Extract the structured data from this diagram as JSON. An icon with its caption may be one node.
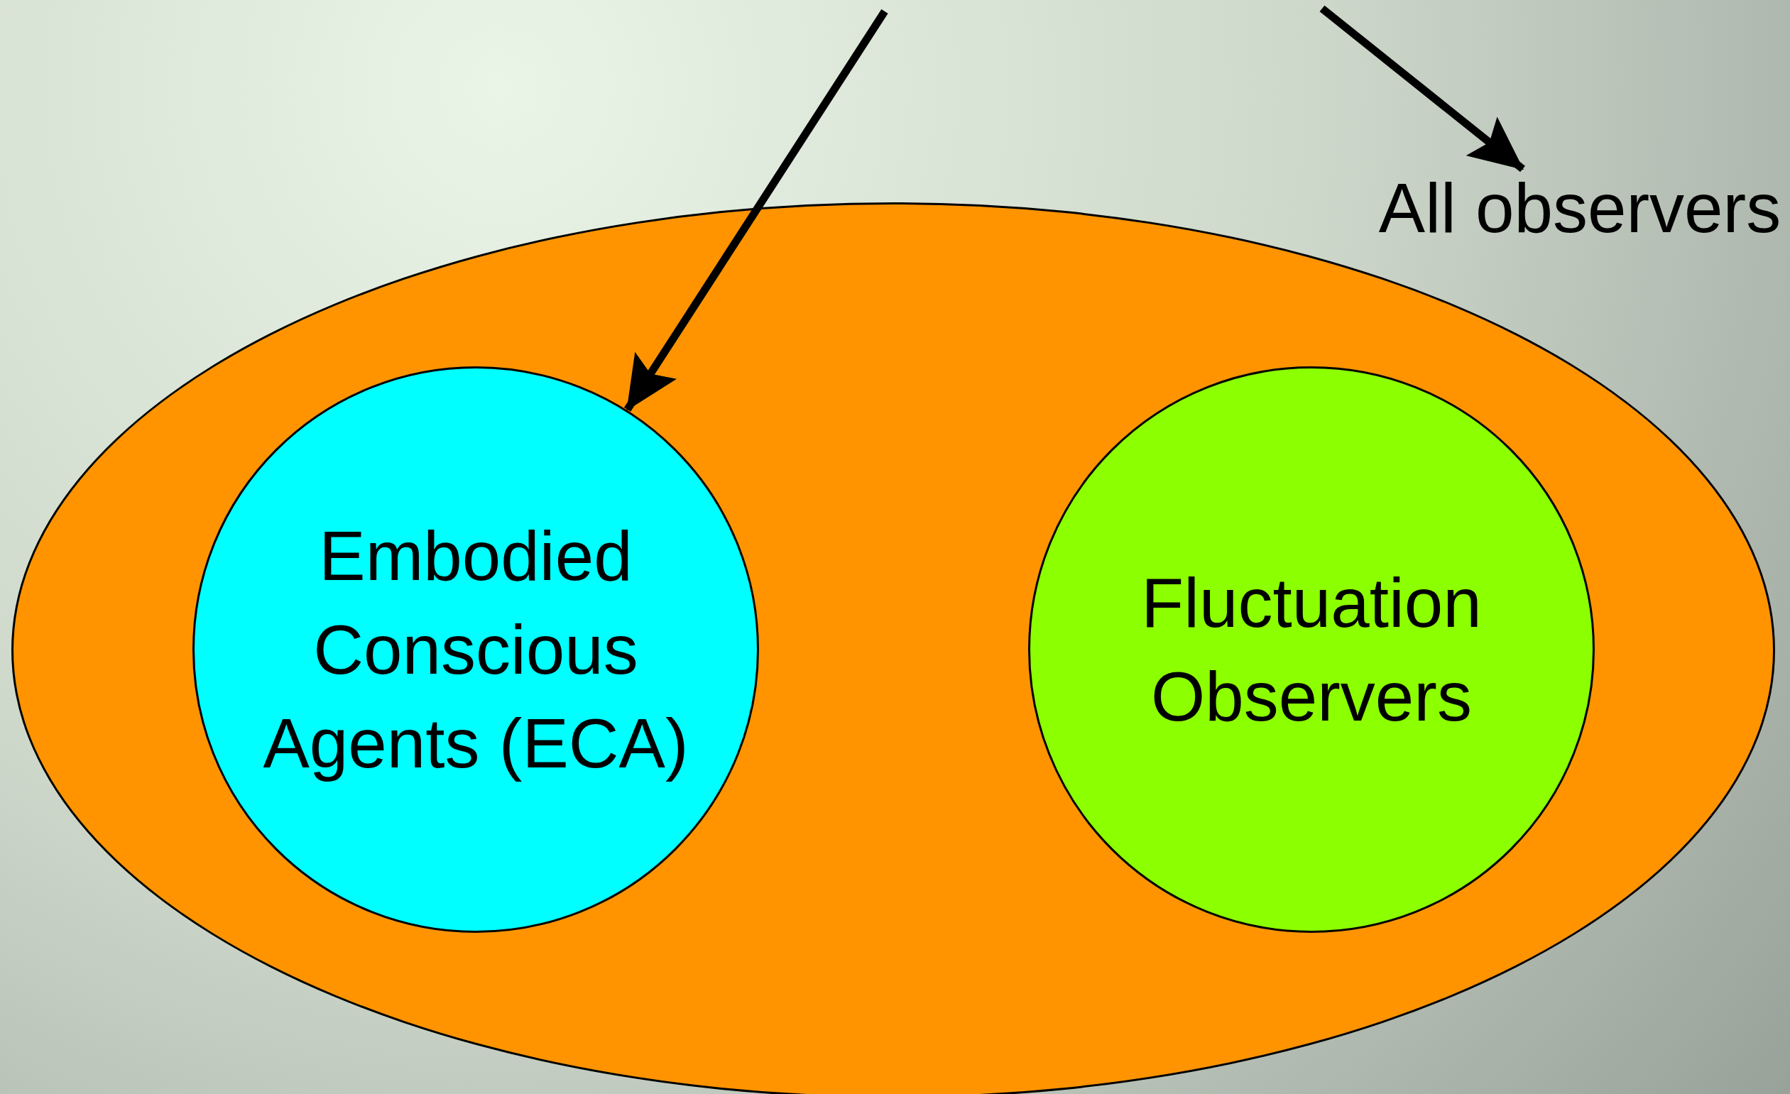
{
  "diagram": {
    "nodes": [
      {
        "text": [
          "All observers"
        ]
      },
      {
        "text": [],
        "shape": "ellipse"
      },
      {
        "text": [
          "Embodied Conscious Agents (ECA)"
        ],
        "in": 1
      },
      {
        "text": [
          "Fluctuation Observers"
        ],
        "in": 1
      }
    ],
    "edges": [
      {
        "from": null,
        "to": 2,
        "arrow": "to"
      },
      {
        "from": null,
        "to": 0,
        "arrow": "to"
      }
    ]
  }
}
